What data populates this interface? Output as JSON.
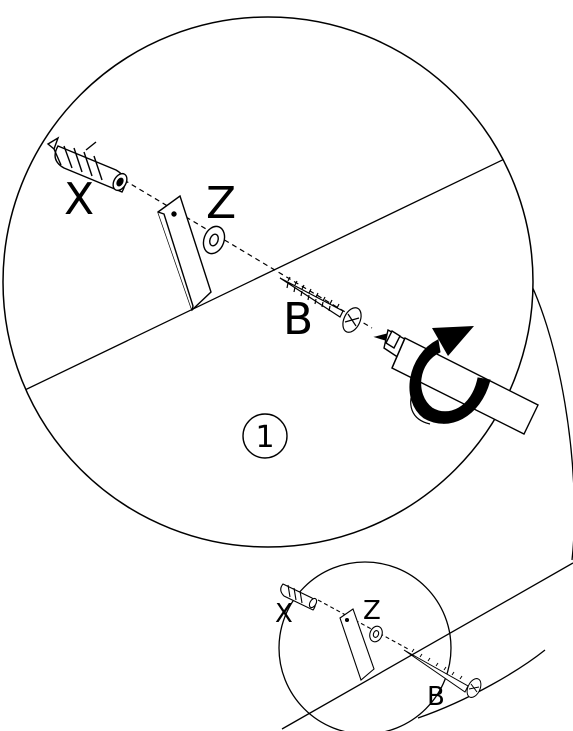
{
  "detail_view": {
    "labels": {
      "anchor": "X",
      "washer": "Z",
      "screw": "B"
    },
    "step_number": "1"
  },
  "overview": {
    "labels": {
      "anchor": "X",
      "washer": "Z",
      "screw": "B"
    }
  },
  "colors": {
    "line": "#000000",
    "background": "#ffffff",
    "arrow_fill": "#111111"
  }
}
